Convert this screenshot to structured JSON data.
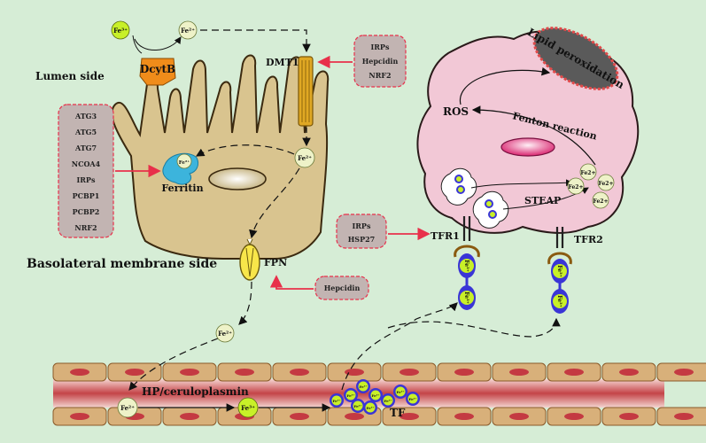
{
  "labels": {
    "lumen_side": "Lumen side",
    "basolateral": "Basolateral membrane side",
    "dcytb": "DcytB",
    "dmt1": "DMT1",
    "ferritin": "Ferritin",
    "fpn": "FPN",
    "hp_ceruloplasmin": "HP/ceruloplasmin",
    "tf": "TF",
    "tfr1": "TFR1",
    "tfr2": "TFR2",
    "steap": "STEAP",
    "ros": "ROS",
    "fenton": "Fenton reaction",
    "lipid_peroxidation": "Lipid peroxidation"
  },
  "ions": {
    "fe3": "Fe³⁺",
    "fe2": "Fe²⁺",
    "fe2_plain": "Fe2+"
  },
  "regulators": {
    "dmt1_box": [
      "IRPs",
      "Hepcidin",
      "NRF2"
    ],
    "ferritin_box": [
      "ATG3",
      "ATG5",
      "ATG7",
      "NCOA4",
      "IRPs",
      "PCBP1",
      "PCBP2",
      "NRF2"
    ],
    "tfr1_box": [
      "IRPs",
      "HSP27"
    ],
    "fpn_box": [
      "Hepcidin"
    ]
  },
  "colors": {
    "background": "#d6edd6",
    "cell": "#d9c48f",
    "dcytb": "#f08c1a",
    "ferritin": "#3cb4dc",
    "fe2_ion": "#eef2c8",
    "fe3_ion": "#c8f028",
    "transferrin": "#3a35d6",
    "regulator_box": "#c2b4b2",
    "arrow_red": "#e8304a",
    "target_cell": "#f2c8d6",
    "lipid": "#d9375a",
    "vessel": "#b83c42"
  }
}
